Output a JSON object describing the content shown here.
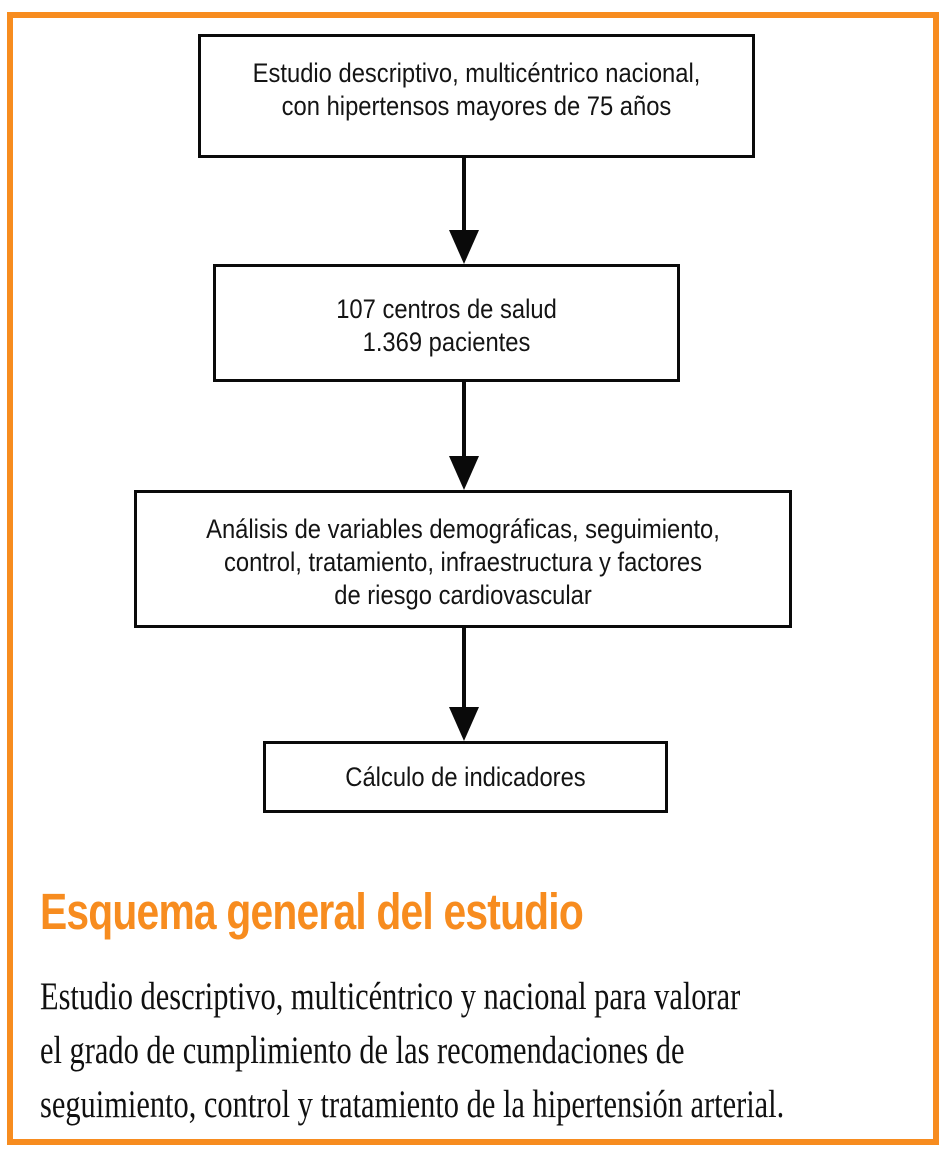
{
  "figure": {
    "type": "study-flowchart",
    "accent_color": "#F78C1F",
    "box_border_color": "#0a0a0a",
    "text_color": "#141414",
    "flowchart": {
      "boxes": [
        {
          "id": "study-design",
          "lines": [
            "Estudio descriptivo, multicéntrico nacional,",
            "con hipertensos mayores de 75 años"
          ]
        },
        {
          "id": "sample",
          "lines": [
            "107 centros de salud",
            "1.369 pacientes"
          ]
        },
        {
          "id": "analysis",
          "lines": [
            "Análisis de variables demográficas, seguimiento,",
            "control, tratamiento, infraestructura y factores",
            "de riesgo cardiovascular"
          ]
        },
        {
          "id": "indicators",
          "lines": [
            "Cálculo de indicadores"
          ]
        }
      ],
      "connector_style": "solid-down-arrow"
    },
    "caption": {
      "title": "Esquema general del estudio",
      "body_lines": [
        "Estudio descriptivo, multicéntrico y nacional para valorar",
        "el grado de cumplimiento de las recomendaciones de",
        "seguimiento, control y tratamiento de la hipertensión arterial."
      ]
    }
  }
}
